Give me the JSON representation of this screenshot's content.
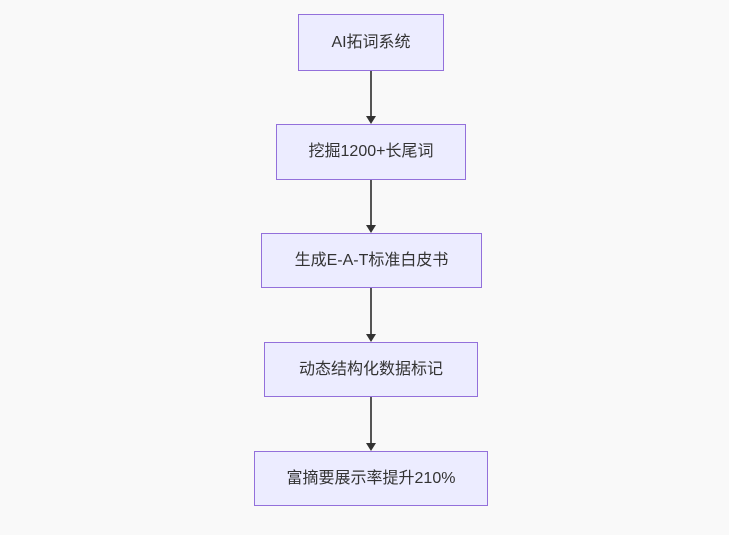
{
  "flowchart": {
    "type": "flowchart-vertical",
    "colors": {
      "background": "#f9f9f9",
      "node_fill": "#ECECFF",
      "node_border": "#9370DB",
      "text": "#333333",
      "arrow_line": "#555555",
      "arrow_head": "#333333"
    },
    "nodes": [
      {
        "id": "ai-expansion-system",
        "label": "AI拓词系统"
      },
      {
        "id": "mine-longtail-keywords",
        "label": "挖掘1200+长尾词"
      },
      {
        "id": "generate-eat-whitepaper",
        "label": "生成E-A-T标准白皮书"
      },
      {
        "id": "dynamic-structured-data",
        "label": "动态结构化数据标记"
      },
      {
        "id": "rich-snippet-uplift",
        "label": "富摘要展示率提升210%"
      }
    ],
    "edges": [
      {
        "from": "ai-expansion-system",
        "to": "mine-longtail-keywords",
        "style": "arrow-down"
      },
      {
        "from": "mine-longtail-keywords",
        "to": "generate-eat-whitepaper",
        "style": "arrow-down"
      },
      {
        "from": "generate-eat-whitepaper",
        "to": "dynamic-structured-data",
        "style": "arrow-down"
      },
      {
        "from": "dynamic-structured-data",
        "to": "rich-snippet-uplift",
        "style": "arrow-down"
      }
    ]
  }
}
